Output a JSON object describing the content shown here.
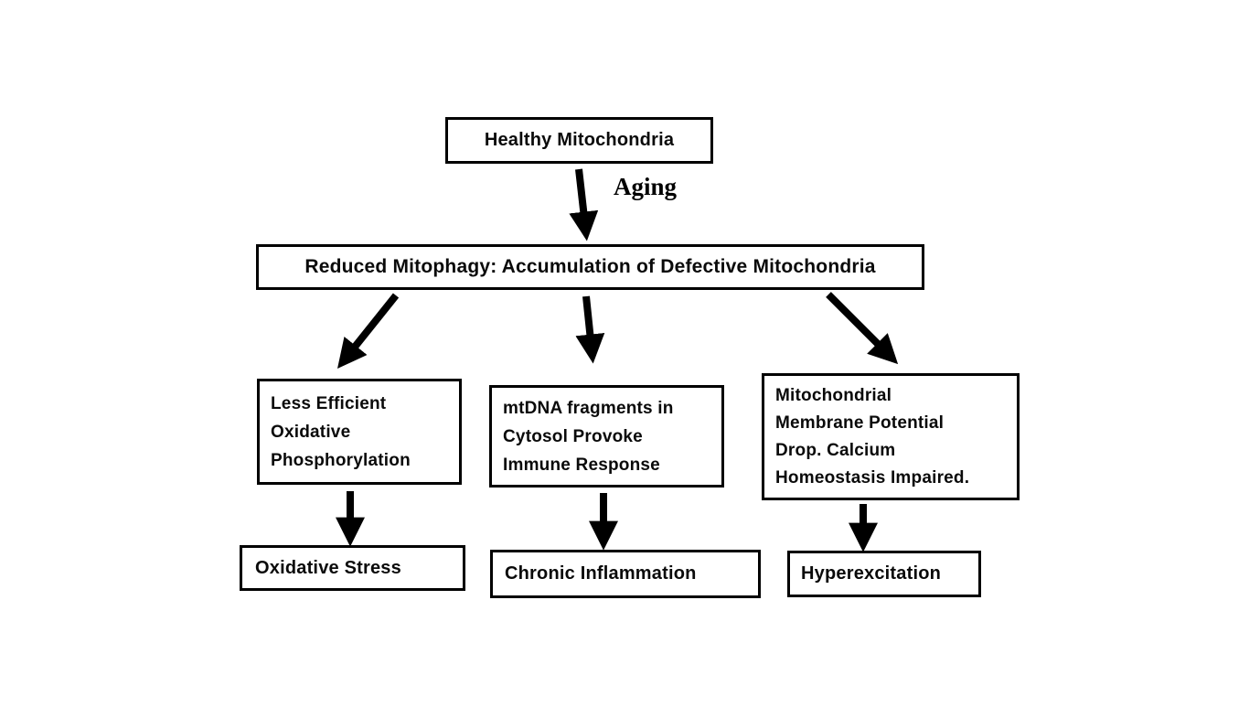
{
  "diagram": {
    "type": "flowchart",
    "colors": {
      "background": "#ffffff",
      "box_border": "#000000",
      "text": "#0a0a0a",
      "arrow": "#000000"
    },
    "nodes": {
      "healthy": {
        "label": "Healthy Mitochondria"
      },
      "reduced_mitophagy": {
        "label": "Reduced Mitophagy: Accumulation of Defective Mitochondria"
      },
      "oxidative_phosphorylation": {
        "lines": [
          "Less Efficient",
          "Oxidative",
          "Phosphorylation"
        ]
      },
      "mtdna_fragments": {
        "lines": [
          "mtDNA fragments in",
          "Cytosol Provoke",
          "Immune Response"
        ]
      },
      "membrane_potential": {
        "lines": [
          "Mitochondrial",
          "Membrane Potential",
          "Drop. Calcium",
          "Homeostasis Impaired."
        ]
      },
      "oxidative_stress": {
        "label": "Oxidative Stress"
      },
      "chronic_inflammation": {
        "label": "Chronic Inflammation"
      },
      "hyperexcitation": {
        "label": "Hyperexcitation"
      }
    },
    "edge_labels": {
      "aging": "Aging"
    },
    "edges": [
      {
        "from": "healthy",
        "to": "reduced_mitophagy",
        "label": "Aging"
      },
      {
        "from": "reduced_mitophagy",
        "to": "oxidative_phosphorylation"
      },
      {
        "from": "reduced_mitophagy",
        "to": "mtdna_fragments"
      },
      {
        "from": "reduced_mitophagy",
        "to": "membrane_potential"
      },
      {
        "from": "oxidative_phosphorylation",
        "to": "oxidative_stress"
      },
      {
        "from": "mtdna_fragments",
        "to": "chronic_inflammation"
      },
      {
        "from": "membrane_potential",
        "to": "hyperexcitation"
      }
    ]
  }
}
